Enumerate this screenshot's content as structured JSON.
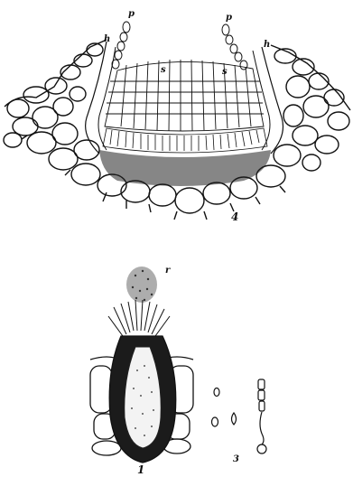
{
  "labels": {
    "p_left": "p",
    "p_right": "p",
    "h_left": "h",
    "h_right": "h",
    "s_left": "s",
    "s_right": "s",
    "fig_4": "4",
    "r": "r",
    "fig_1": "1",
    "fig_3": "3"
  },
  "colors": {
    "ink": "#111111",
    "paper": "#ffffff",
    "stipple": "#444444"
  }
}
